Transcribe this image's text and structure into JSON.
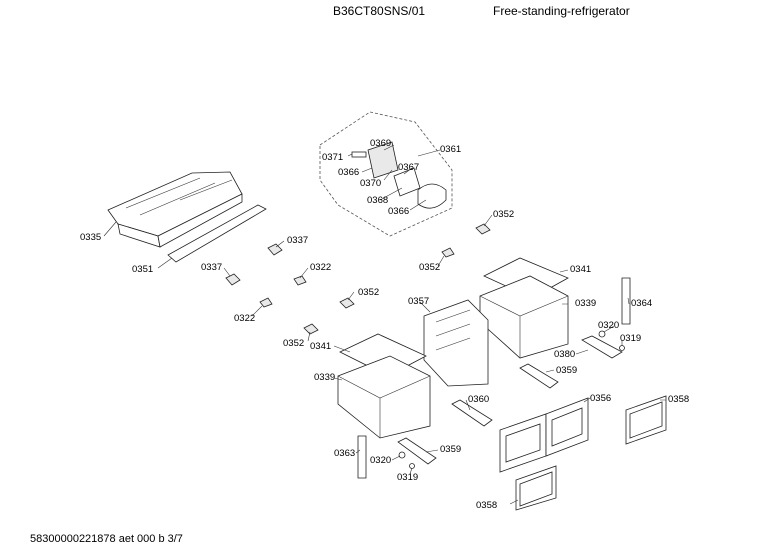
{
  "header": {
    "model": "B36CT80SNS/01",
    "description": "Free-standing-refrigerator"
  },
  "footer": {
    "doc_ref": "58300000221878 aet 000 b 3/7"
  },
  "part_labels": [
    {
      "id": "l0371",
      "text": "0371"
    },
    {
      "id": "l0369",
      "text": "0369"
    },
    {
      "id": "l0366a",
      "text": "0366"
    },
    {
      "id": "l0370",
      "text": "0370"
    },
    {
      "id": "l0367",
      "text": "0367"
    },
    {
      "id": "l0368",
      "text": "0368"
    },
    {
      "id": "l0366b",
      "text": "0366"
    },
    {
      "id": "l0361",
      "text": "0361"
    },
    {
      "id": "l0335",
      "text": "0335"
    },
    {
      "id": "l0337a",
      "text": "0337"
    },
    {
      "id": "l0351",
      "text": "0351"
    },
    {
      "id": "l0337b",
      "text": "0337"
    },
    {
      "id": "l0322a",
      "text": "0322"
    },
    {
      "id": "l0322b",
      "text": "0322"
    },
    {
      "id": "l0352a",
      "text": "0352"
    },
    {
      "id": "l0352b",
      "text": "0352"
    },
    {
      "id": "l0352c",
      "text": "0352"
    },
    {
      "id": "l0352d",
      "text": "0352"
    },
    {
      "id": "l0341a",
      "text": "0341"
    },
    {
      "id": "l0364",
      "text": "0364"
    },
    {
      "id": "l0357",
      "text": "0357"
    },
    {
      "id": "l0339a",
      "text": "0339"
    },
    {
      "id": "l0320a",
      "text": "0320"
    },
    {
      "id": "l0319a",
      "text": "0319"
    },
    {
      "id": "l0380",
      "text": "0380"
    },
    {
      "id": "l0341b",
      "text": "0341"
    },
    {
      "id": "l0359a",
      "text": "0359"
    },
    {
      "id": "l0339b",
      "text": "0339"
    },
    {
      "id": "l0360",
      "text": "0360"
    },
    {
      "id": "l0356",
      "text": "0356"
    },
    {
      "id": "l0358a",
      "text": "0358"
    },
    {
      "id": "l0363",
      "text": "0363"
    },
    {
      "id": "l0359b",
      "text": "0359"
    },
    {
      "id": "l0320b",
      "text": "0320"
    },
    {
      "id": "l0319b",
      "text": "0319"
    },
    {
      "id": "l0358b",
      "text": "0358"
    }
  ]
}
